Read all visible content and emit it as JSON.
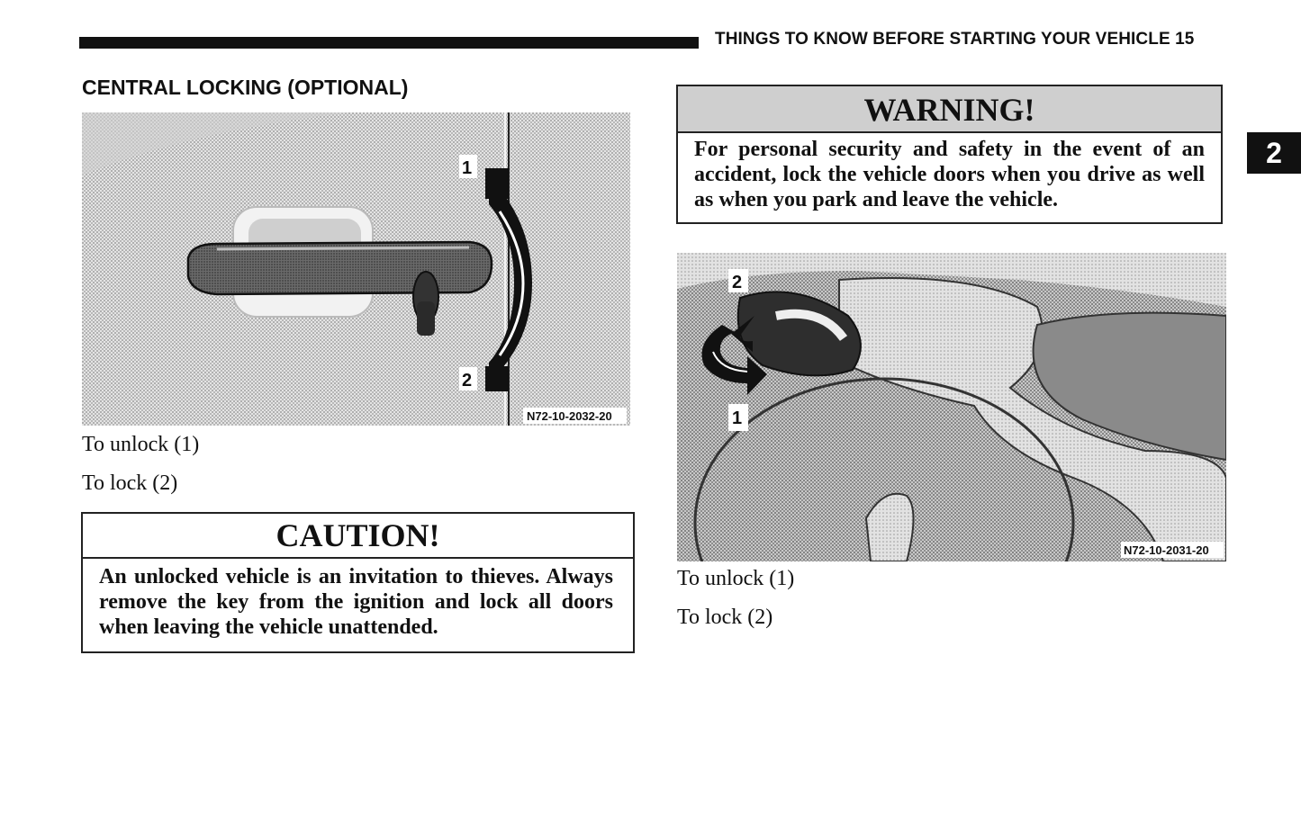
{
  "header": {
    "running_title": "THINGS TO KNOW BEFORE STARTING YOUR VEHICLE 15",
    "chapter_tab": "2"
  },
  "section": {
    "title": "CENTRAL LOCKING (OPTIONAL)"
  },
  "figure_left": {
    "label_1": "1",
    "label_2": "2",
    "code": "N72-10-2032-20",
    "captions": [
      "To unlock (1)",
      "To lock (2)"
    ]
  },
  "caution": {
    "heading": "CAUTION!",
    "text": "An unlocked vehicle is an invitation to thieves. Always remove the key from the ignition and lock all doors when leaving the vehicle unattended."
  },
  "warning": {
    "heading": "WARNING!",
    "text": "For personal security and safety in the event of an accident, lock the vehicle doors when you drive as well as when you park and leave the vehicle."
  },
  "figure_right": {
    "label_1": "1",
    "label_2": "2",
    "code": "N72-10-2031-20",
    "captions": [
      "To unlock (1)",
      "To lock (2)"
    ]
  }
}
